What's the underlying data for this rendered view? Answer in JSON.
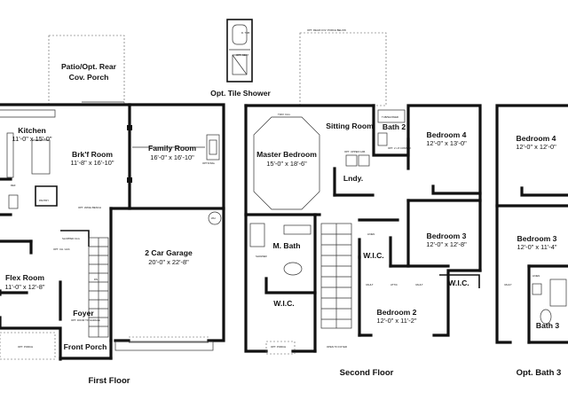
{
  "sheet_labels": {
    "first": "First Floor",
    "second": "Second Floor",
    "opt_bath": "Opt. Bath 3"
  },
  "tile_shower": {
    "title": "Opt. Tile Shower",
    "tub_note": "D. TUB",
    "seat_note": "OPT. SEAT"
  },
  "first_floor": {
    "patio": {
      "line1": "Patio/Opt. Rear",
      "line2": "Cov. Porch"
    },
    "kitchen": {
      "name": "Kitchen",
      "dim": "11'-0\" x 15'-0\""
    },
    "breakfast": {
      "name": "Brk'f Room",
      "dim": "11'-8\" x 16'-10\""
    },
    "family": {
      "name": "Family Room",
      "dim": "16'-0\" x 16'-10\""
    },
    "garage": {
      "name": "2 Car Garage",
      "dim": "20'-0\" x 22'-8\""
    },
    "flex": {
      "name": "Flex Room",
      "dim": "11'-0\" x 12'-8\""
    },
    "foyer": {
      "name": "Foyer"
    },
    "front_porch": {
      "name": "Front Porch"
    },
    "notes": {
      "pantry": "PANTRY",
      "wash": "OPT. WASH BENCH",
      "ref": "REF",
      "optional": "OPTIONAL",
      "slopped": "SLOPPED CLG",
      "opt_door": "OPT. DOOR TO GARAGE",
      "opt_porch": "OPT. PORCH",
      "dn": "DN",
      "opt_ch": "OPT. CH. GAS",
      "wh": "WH"
    }
  },
  "second_floor": {
    "master": {
      "name": "Master Bedroom",
      "dim": "15'-0\" x 18'-6\""
    },
    "sitting": {
      "name": "Sitting Room"
    },
    "bath2": {
      "name": "Bath 2"
    },
    "laundry": {
      "name": "Lndy."
    },
    "bed4": {
      "name": "Bedroom 4",
      "dim": "12'-0\" x 13'-0\""
    },
    "bed3": {
      "name": "Bedroom 3",
      "dim": "12'-0\" x 12'-8\""
    },
    "bed2": {
      "name": "Bedroom 2",
      "dim": "12'-0\" x 11'-2\""
    },
    "mbath": {
      "name": "M. Bath"
    },
    "mwic": {
      "name": "W.I.C."
    },
    "wic_center": {
      "name": "W.I.C."
    },
    "wic_right": {
      "name": "W.I.C."
    },
    "notes": {
      "tray": "TRAY CLG.",
      "tub": "TUB/SHOWER",
      "opt_porch": "OPT. REAR COV. PORCH BELOW",
      "linen": "LINEN",
      "vault": "VAULT",
      "attic": "ATTIC",
      "opt_dbl": "OPT. 2 x 8 CONSTR.",
      "opt_porch_low": "OPT. PORCH",
      "open_foyer": "OPEN TO FOYER",
      "shower": "SHOWER",
      "opt_upper": "OPT. UPPER CAB."
    }
  },
  "opt_bath": {
    "bed4": {
      "name": "Bedroom 4",
      "dim": "12'-0\" x 12'-0\""
    },
    "bed3": {
      "name": "Bedroom 3",
      "dim": "12'-0\" x 11'-4\""
    },
    "bath3": {
      "name": "Bath 3"
    },
    "notes": {
      "vault": "VAULT",
      "linen": "LINEN"
    }
  }
}
